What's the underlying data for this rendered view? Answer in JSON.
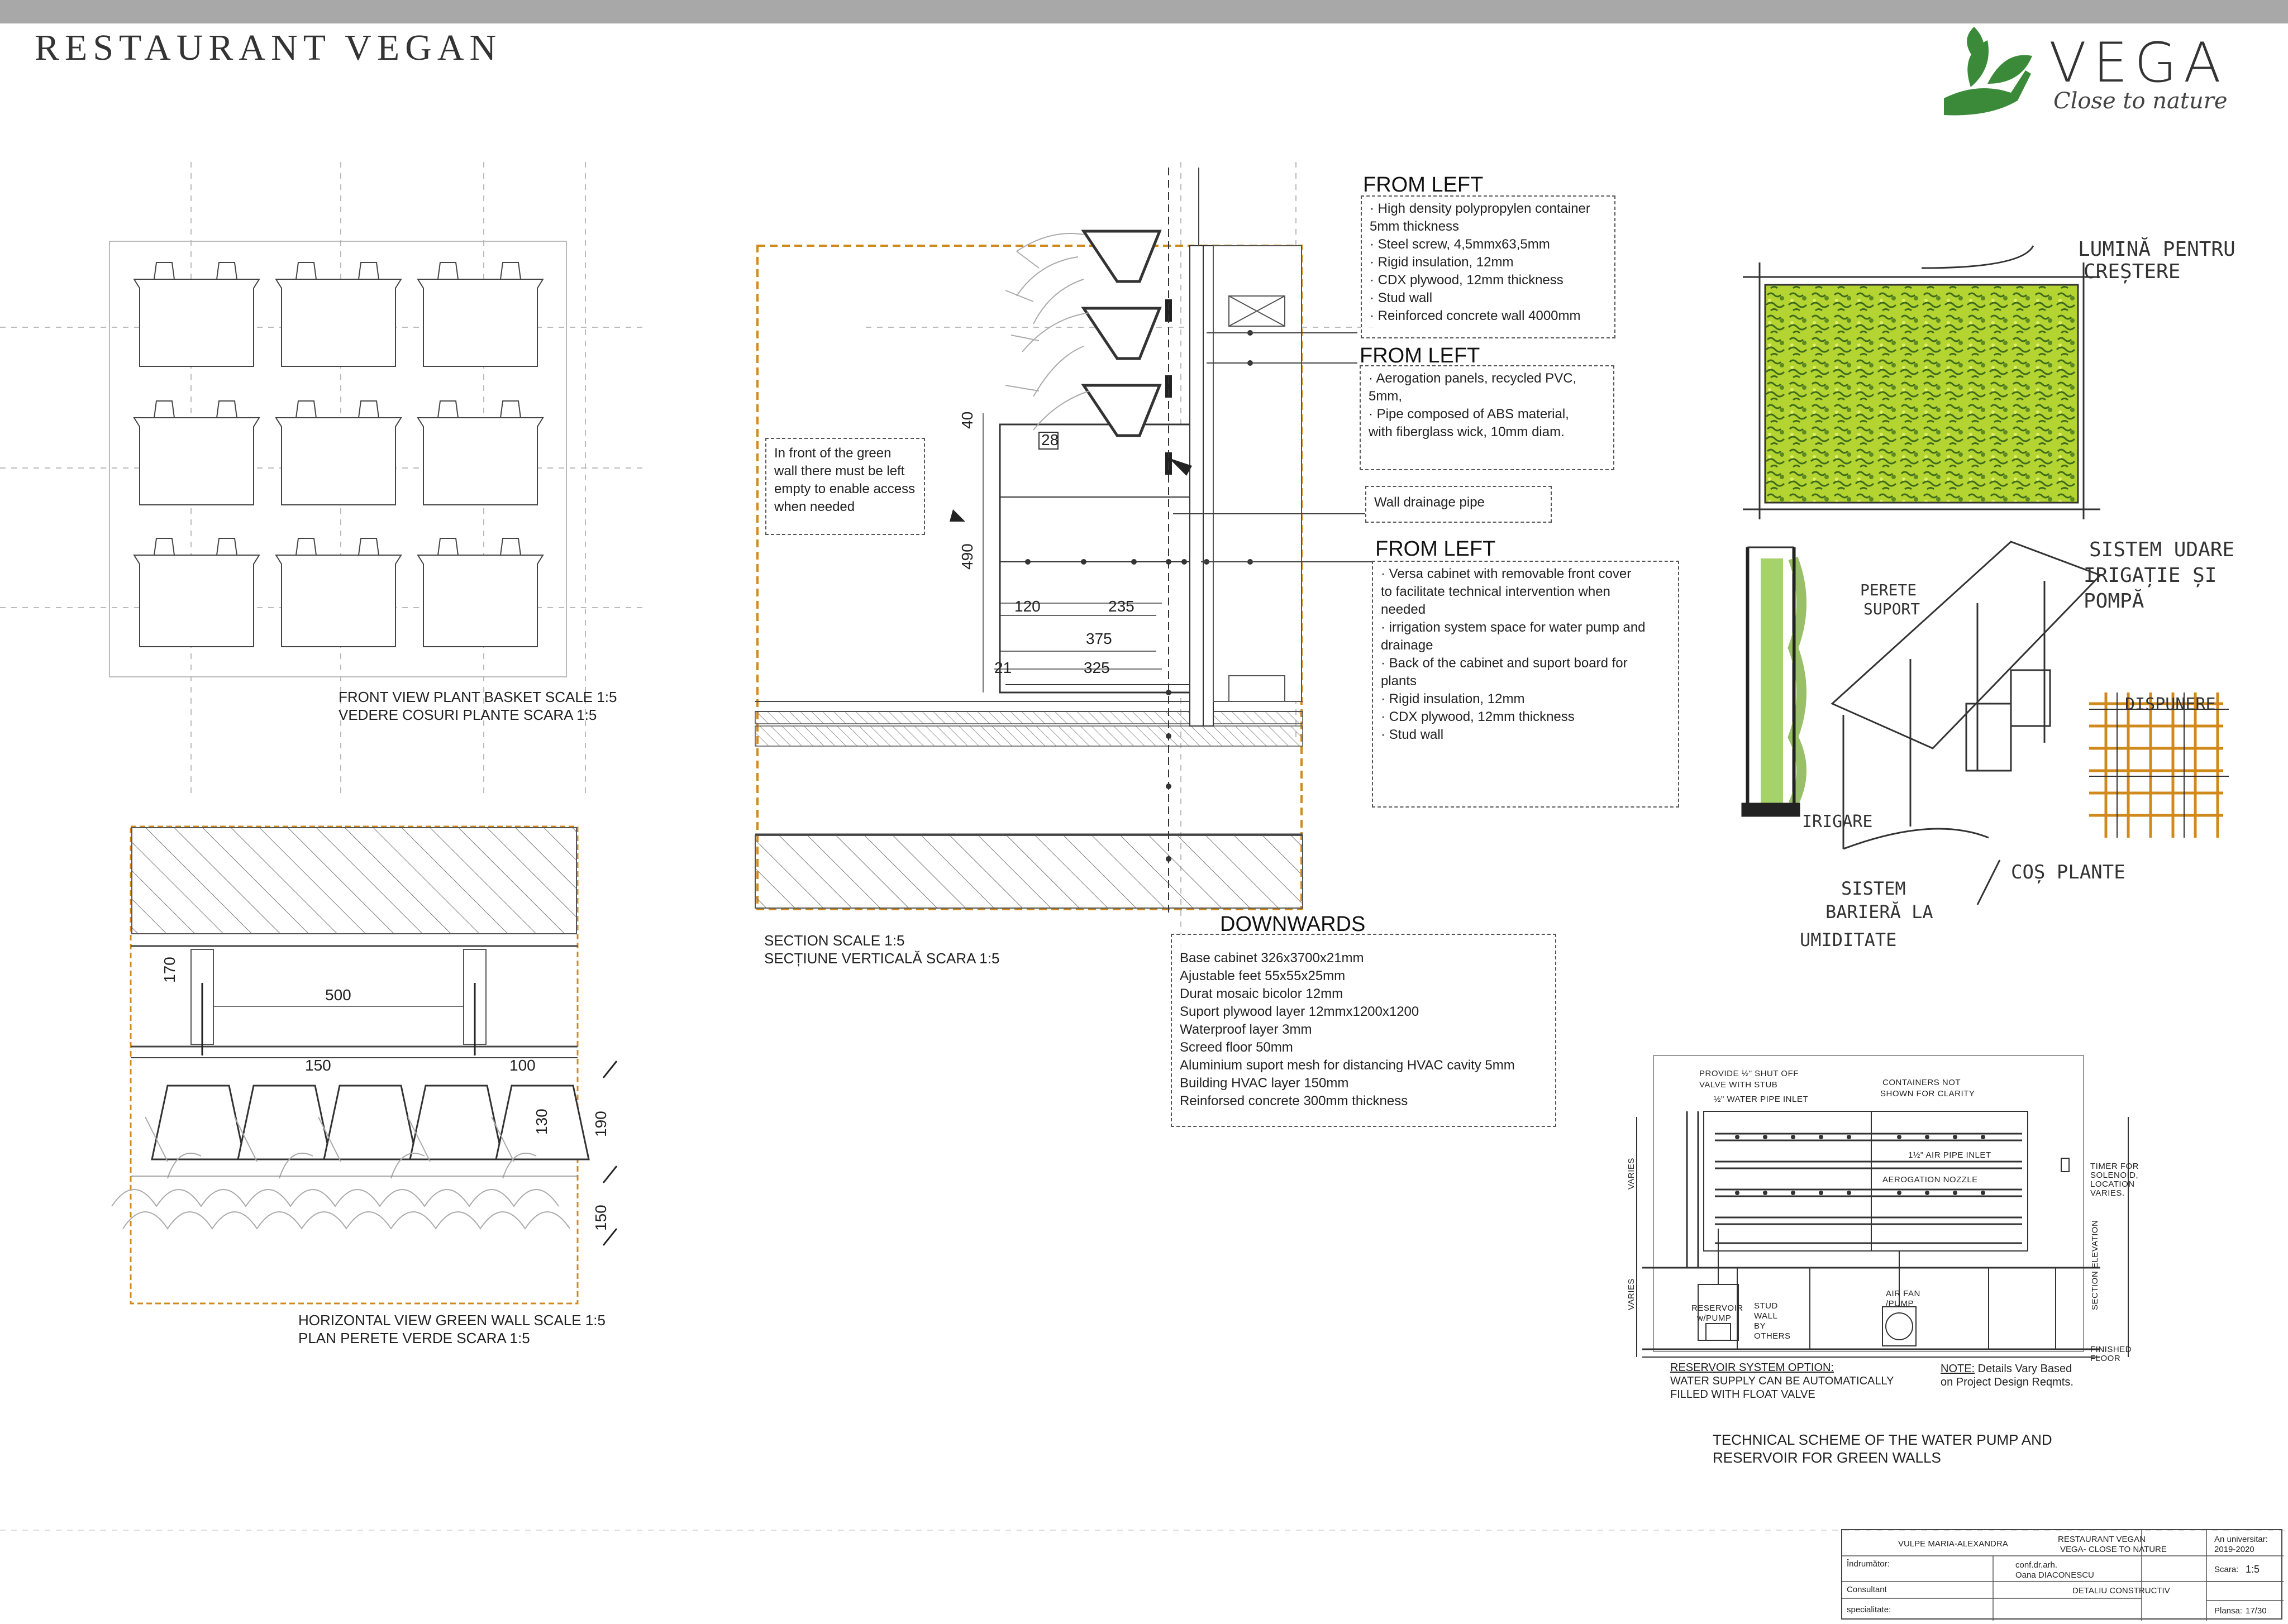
{
  "sheet": {
    "title": "RESTAURANT  VEGAN",
    "brand": {
      "name": "VEGA",
      "tagline": "Close to nature",
      "green": "#3a8a3a"
    },
    "accent_orange": "#d08a1c"
  },
  "front_view": {
    "caption_1": "FRONT VIEW PLANT BASKET SCALE 1:5",
    "caption_2": "VEDERE COSURI PLANTE SCARA 1:5"
  },
  "horizontal_view": {
    "caption_1": "HORIZONTAL VIEW GREEN WALL SCALE 1:5",
    "caption_2": "PLAN PERETE VERDE SCARA 1:5",
    "dims": {
      "d170": "170",
      "d500": "500",
      "d150a": "150",
      "d100": "100",
      "d130": "130",
      "d190": "190",
      "d150b": "150"
    }
  },
  "section": {
    "caption_1": "SECTION SCALE 1:5",
    "caption_2": "SECȚIUNE VERTICALĂ SCARA 1:5",
    "note": [
      "In front of the green",
      "wall there must be left",
      "empty to enable access",
      "when needed"
    ],
    "dims": {
      "d40": "40",
      "d28": "28",
      "d490": "490",
      "d120": "120",
      "d235": "235",
      "d375": "375",
      "d21": "21",
      "d325": "325"
    }
  },
  "legend_from_left_1": {
    "heading": "FROM LEFT",
    "lines": [
      "·   High density polypropylen container",
      "5mm thickness",
      "·   Steel screw, 4,5mmx63,5mm",
      "·   Rigid insulation, 12mm",
      "·   CDX plywood, 12mm thickness",
      "·   Stud wall",
      "·   Reinforced concrete wall 4000mm"
    ]
  },
  "legend_from_left_2": {
    "heading": "FROM LEFT",
    "lines": [
      "·   Aerogation panels, recycled PVC,",
      "5mm,",
      "·   Pipe composed of ABS material,",
      "with fiberglass wick, 10mm diam."
    ]
  },
  "wall_drainage": "Wall drainage pipe",
  "legend_from_left_3": {
    "heading": "FROM LEFT",
    "lines": [
      "·   Versa cabinet with removable front cover",
      "to facilitate technical intervention when",
      "needed",
      "·   irrigation system space for water pump and",
      "drainage",
      "·   Back of the cabinet and suport board for",
      "plants",
      "·   Rigid insulation, 12mm",
      "·   CDX plywood, 12mm thickness",
      "·   Stud wall"
    ]
  },
  "downwards": {
    "heading": "DOWNWARDS",
    "lines": [
      "Base cabinet 326x3700x21mm",
      "Ajustable feet 55x55x25mm",
      "Durat mosaic bicolor 12mm",
      "Suport plywood layer 12mmx1200x1200",
      "Waterproof layer 3mm",
      "Screed floor 50mm",
      "Aluminium suport mesh for distancing HVAC cavity 5mm",
      "Building HVAC layer 150mm",
      "Reinforsed concrete 300mm thickness"
    ]
  },
  "sketch_labels": {
    "light": [
      "LUMINĂ PENTRU",
      "CREȘTERE"
    ],
    "watering": [
      "SISTEM UDARE",
      "IRIGAȚIE ȘI",
      "POMPĂ"
    ],
    "support_wall": [
      "PERETE",
      "SUPORT"
    ],
    "layout": "DISPUNERE",
    "irrigation": "IRIGARE",
    "basket": "COȘ PLANTE",
    "barrier": [
      "SISTEM",
      "BARIERĂ LA",
      "UMIDITATE"
    ]
  },
  "tech_scheme": {
    "caption_1": "TECHNICAL SCHEME OF THE WATER PUMP AND",
    "caption_2": "RESERVOIR FOR GREEN WALLS",
    "labels": {
      "shutoff_1": "PROVIDE ½\" SHUT OFF",
      "shutoff_2": "VALVE WITH STUB",
      "water_inlet": "½\" WATER PIPE INLET",
      "containers_1": "CONTAINERS NOT",
      "containers_2": "SHOWN FOR CLARITY",
      "air_inlet": "1½\" AIR PIPE INLET",
      "nozzle": "AEROGATION NOZZLE",
      "timer_1": "TIMER FOR",
      "timer_2": "SOLENOID,",
      "timer_3": "LOCATION",
      "timer_4": "VARIES.",
      "varies_1": "VARIES",
      "varies_2": "VARIES",
      "elevation": "SECTION ELEVATION",
      "reservoir_1": "RESERVOIR",
      "reservoir_2": "w/PUMP",
      "stud_1": "STUD",
      "stud_2": "WALL",
      "stud_3": "BY",
      "stud_4": "OTHERS",
      "fan_1": "AIR FAN",
      "fan_2": "/PUMP",
      "floor_1": "FINISHED",
      "floor_2": "FLOOR",
      "res_opt": "RESERVOIR SYSTEM OPTION:",
      "res_opt_1": "WATER SUPPLY CAN BE AUTOMATICALLY",
      "res_opt_2": "FILLED WITH FLOAT VALVE",
      "note_label": "NOTE:",
      "note_1": " Details Vary Based",
      "note_2": "on Project Design Reqmts."
    }
  },
  "title_block": {
    "author": "VULPE MARIA-ALEXANDRA",
    "project_1": "RESTAURANT VEGAN",
    "project_2": "VEGA- CLOSE TO NATURE",
    "year_label": "An universitar:",
    "year": "2019-2020",
    "advisor_label": "Îndrumător:",
    "advisor_1": "conf.dr.arh.",
    "advisor_2": "Oana DIACONESCU",
    "consultant_label_1": "Consultant",
    "consultant_label_2": "specialitate:",
    "sheet_name": "DETALIU CONSTRUCTIV",
    "scale_label": "Scara:",
    "scale": "1:5",
    "sheet_label": "Plansa:",
    "sheet_no": "17/30"
  }
}
